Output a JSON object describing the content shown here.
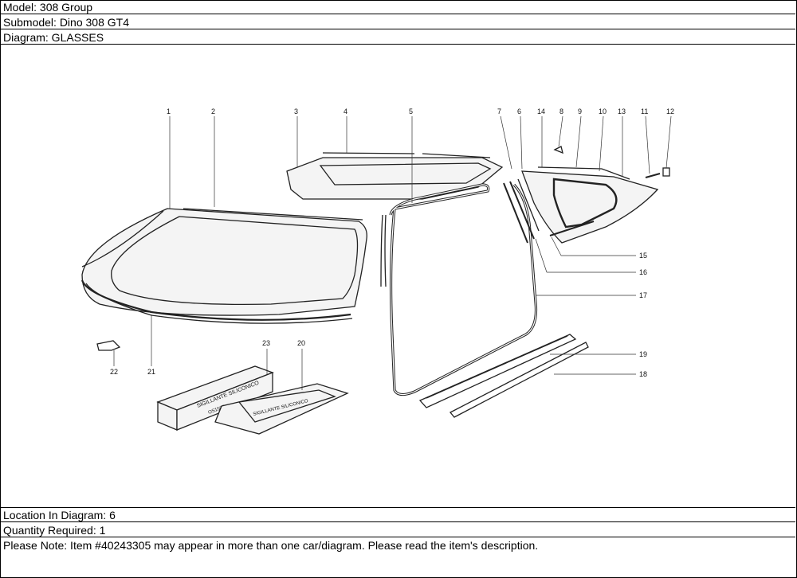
{
  "header": {
    "model": "Model: 308 Group",
    "submodel": "Submodel: Dino 308 GT4",
    "diagram": "Diagram: GLASSES"
  },
  "diagram_labels": [
    "1",
    "2",
    "3",
    "4",
    "5",
    "7",
    "6",
    "14",
    "8",
    "9",
    "10",
    "13",
    "11",
    "12",
    "15",
    "16",
    "17",
    "19",
    "18",
    "22",
    "21",
    "23",
    "20"
  ],
  "box_texts": {
    "sealant_label": "SIGILLANTE SILICONICO",
    "sealant_code": "OS1500",
    "tray_label": "SIGILLANTE SILICONICO"
  },
  "footer": {
    "location": "Location In Diagram: 6",
    "quantity": "Quantity Required: 1",
    "note": "Please Note: Item #40243305 may appear in more than one car/diagram. Please read the item's description."
  }
}
